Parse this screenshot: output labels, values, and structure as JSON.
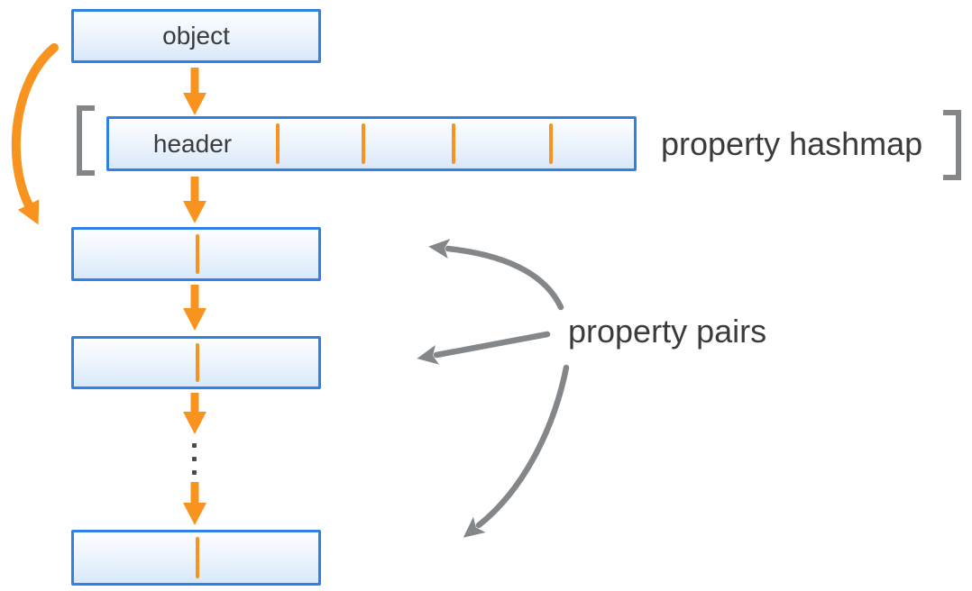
{
  "object_box": {
    "label": "object"
  },
  "hashmap": {
    "header_label": "header",
    "caption": "property hashmap",
    "slot_count": 5
  },
  "property_pairs": {
    "caption": "property pairs",
    "visible_pair_count": 3,
    "ellipsis": "⋮"
  },
  "colors": {
    "accent_orange": "#F7931E",
    "box_border_blue": "#2F81E3",
    "box_fill_top": "#FDFEFF",
    "box_fill_bottom": "#D8E8FA",
    "annotation_gray": "#84878A",
    "text_dark": "#3B3B3D"
  }
}
